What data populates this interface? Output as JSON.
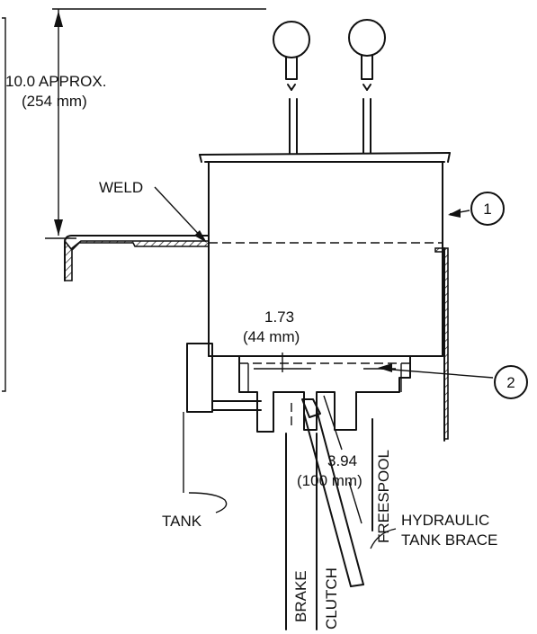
{
  "labels": {
    "height_dim_in": "10.0 APPROX.",
    "height_dim_mm": "(254 mm)",
    "weld": "WELD",
    "callout_1": "1",
    "callout_2": "2",
    "offset_dim_in": "1.73",
    "offset_dim_mm": "(44 mm)",
    "lever_dim_in": "3.94",
    "lever_dim_mm": "(100 mm)",
    "tank": "TANK",
    "hydraulic_tank_brace_1": "HYDRAULIC",
    "hydraulic_tank_brace_2": "TANK BRACE",
    "freespool": "FREESPOOL",
    "brake": "BRAKE",
    "clutch": "CLUTCH"
  }
}
